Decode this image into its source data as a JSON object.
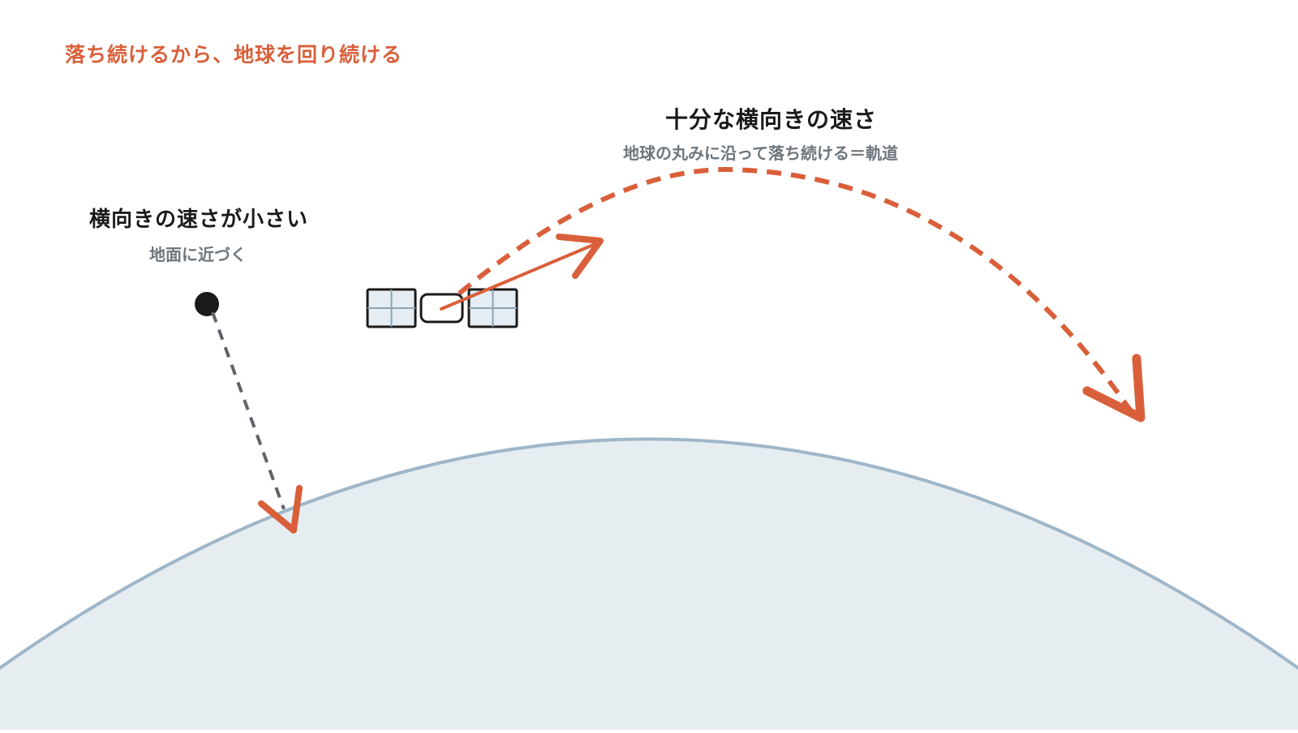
{
  "header": {
    "title": "落ち続けるから、地球を回り続ける"
  },
  "left_case": {
    "title": "横向きの速さが小さい",
    "subtitle": "地面に近づく"
  },
  "right_case": {
    "title": "十分な横向きの速さ",
    "subtitle": "地球の丸みに沿って落ち続ける＝軌道"
  },
  "colors": {
    "accent": "#d95f3a",
    "earth_fill": "#e6edf1",
    "earth_stroke": "#9fb6c8",
    "fall_path": "#5f6367",
    "ink": "#1a1a1a",
    "subtext": "#6c757d",
    "panel_fill": "#e4edf3"
  },
  "icons": {
    "object": "ball-icon",
    "satellite": "satellite-icon"
  }
}
